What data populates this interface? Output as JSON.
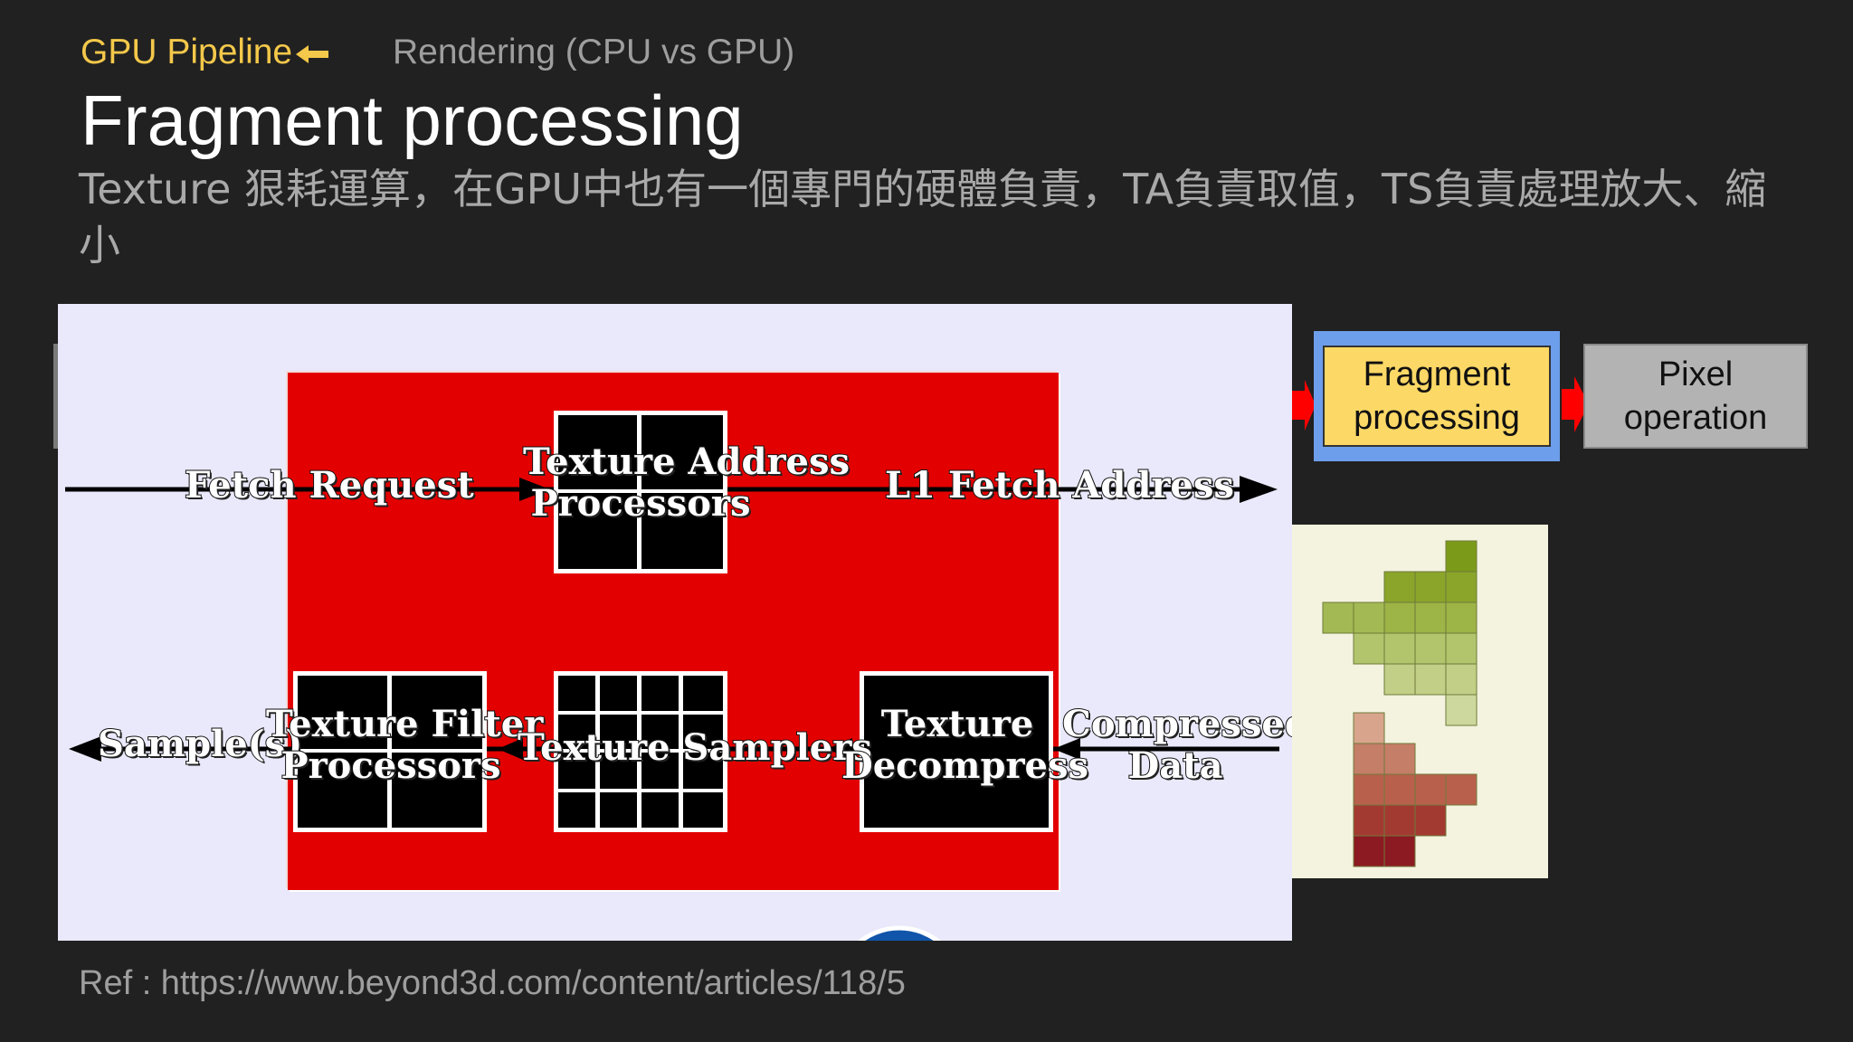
{
  "header": {
    "breadcrumb_current": "GPU Pipeline",
    "breadcrumb_other": "Rendering (CPU vs GPU)",
    "accent_color": "#f4c84a"
  },
  "slide": {
    "title": "Fragment processing",
    "subtitle": "Texture 狠耗運算，在GPU中也有一個專門的硬體負責，TA負責取值，TS負責處理放大、縮小"
  },
  "diagram": {
    "labels": {
      "fetch_request": "Fetch Request",
      "texture_address_1": "Texture Address",
      "texture_address_2": "Processors",
      "l1_fetch_address": "L1 Fetch Address",
      "samples": "Sample(s)",
      "texture_filter_1": "Texture Filter",
      "texture_filter_2": "Processors",
      "texture_samplers": "Texture Samplers",
      "texture_decompress_1": "Texture",
      "texture_decompress_2": "Decompress",
      "compressed_1": "Compressed",
      "compressed_2": "Data"
    },
    "colors": {
      "block": "#e30000",
      "background": "#e9e9fb"
    }
  },
  "pipeline": {
    "fragment_1": "Fragment",
    "fragment_2": "processing",
    "pixel_1": "Pixel",
    "pixel_2": "operation",
    "colors": {
      "active_fill": "#fcd866",
      "active_border": "#6d9eeb",
      "inactive_fill": "#b3b3b3",
      "arrow": "#ff0000"
    }
  },
  "footer": {
    "ref": "Ref : https://www.beyond3d.com/content/articles/118/5"
  }
}
